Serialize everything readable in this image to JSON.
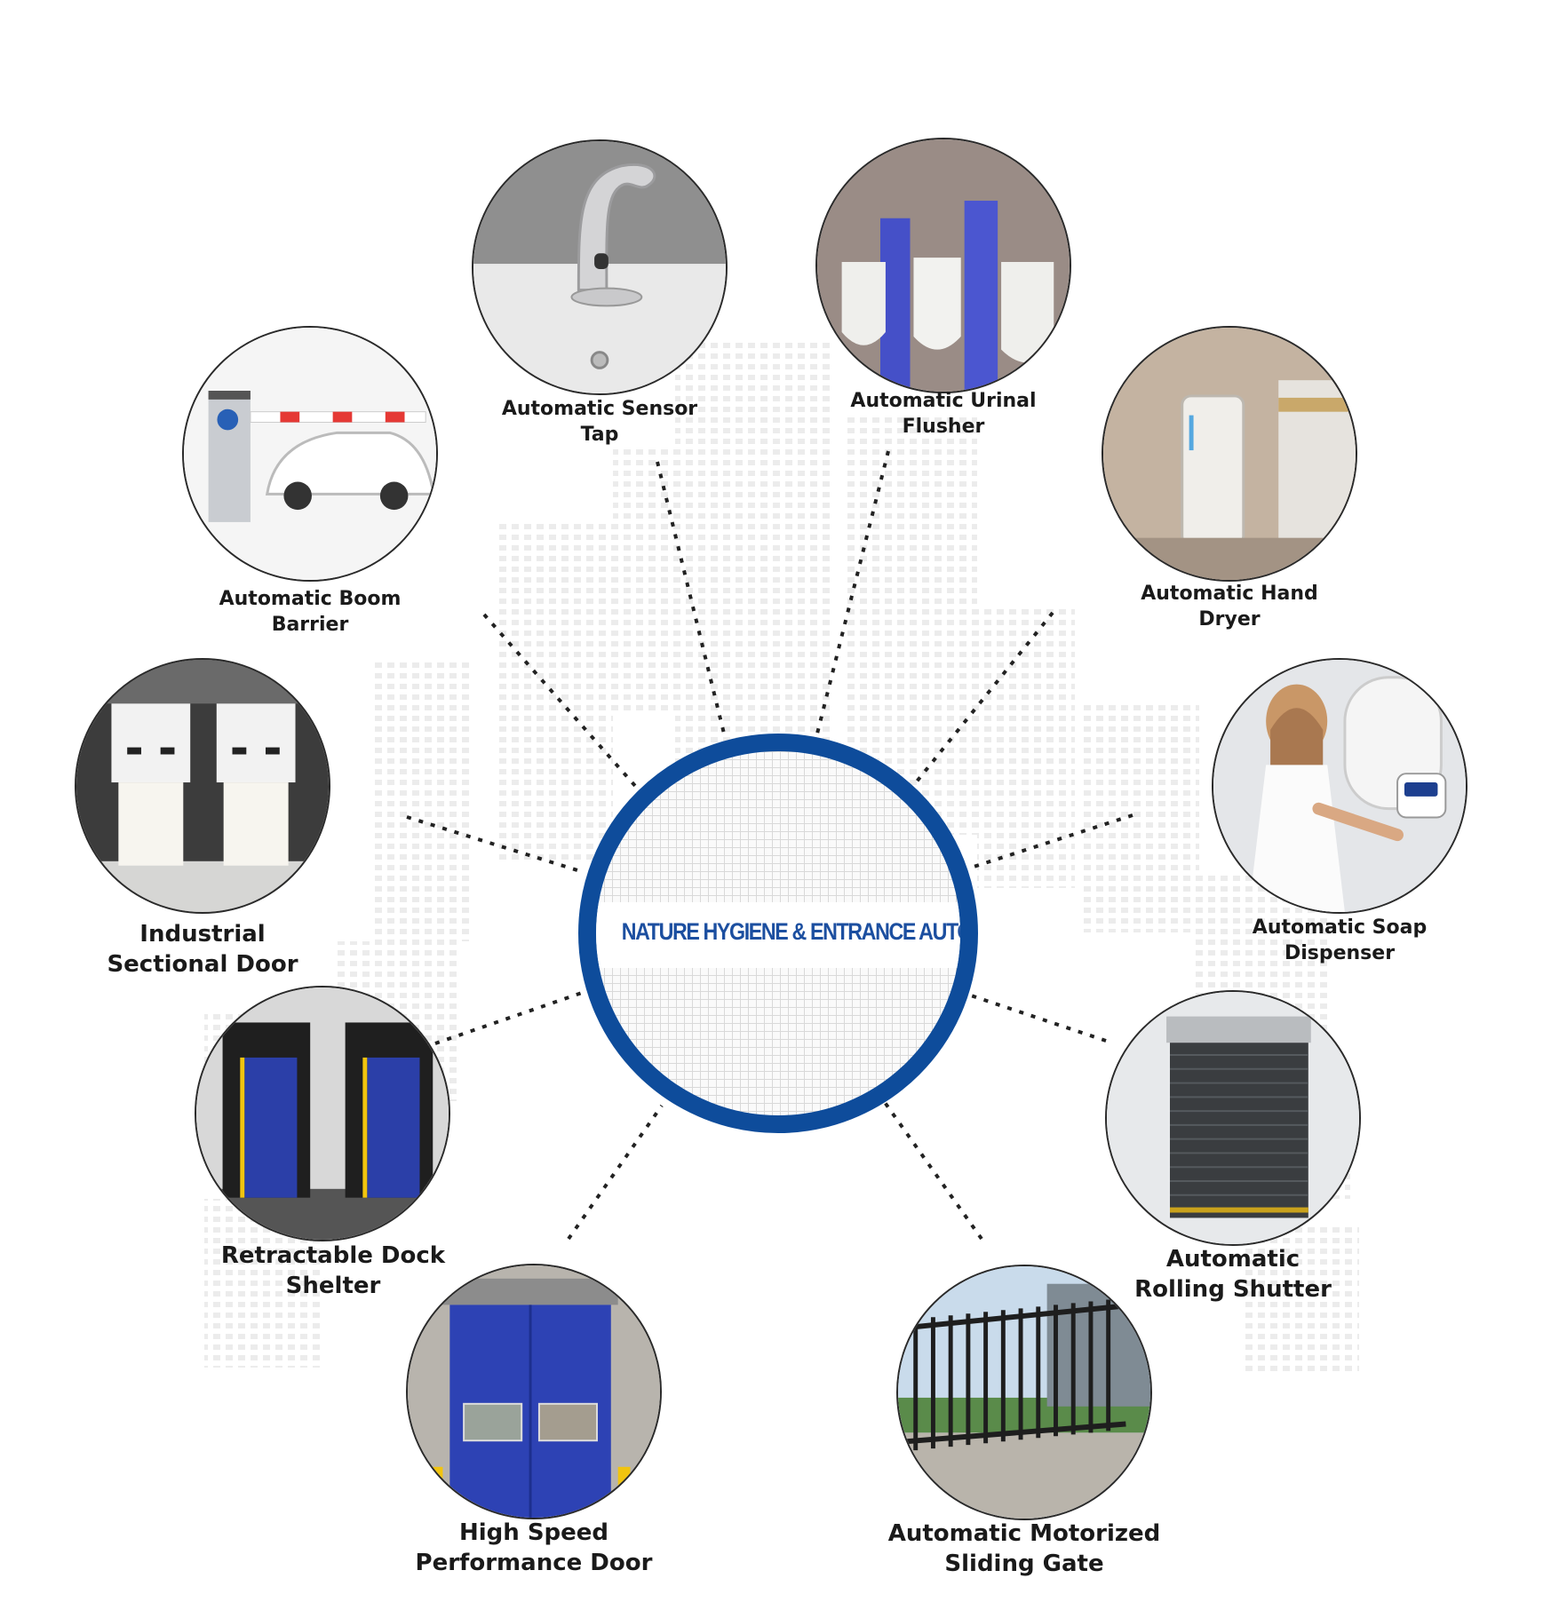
{
  "hub": {
    "title": "NATURE HYGIENE & ENTRANCE AUTOMATIONS"
  },
  "colors": {
    "accent": "#0e4c9b",
    "title_text": "#1c4fa0",
    "label_text": "#1a1a1a"
  },
  "products": [
    {
      "id": "sensor-tap",
      "icon": "faucet-icon",
      "line1": "Automatic Sensor",
      "line2": "Tap"
    },
    {
      "id": "urinal-flusher",
      "icon": "urinal-icon",
      "line1": "Automatic Urinal",
      "line2": "Flusher"
    },
    {
      "id": "hand-dryer",
      "icon": "hand-dryer-icon",
      "line1": "Automatic Hand",
      "line2": "Dryer"
    },
    {
      "id": "soap-dispenser",
      "icon": "soap-dispenser-icon",
      "line1": "Automatic Soap",
      "line2": "Dispenser"
    },
    {
      "id": "rolling-shutter",
      "icon": "rolling-shutter-icon",
      "line1": "Automatic",
      "line2": "Rolling Shutter"
    },
    {
      "id": "sliding-gate",
      "icon": "sliding-gate-icon",
      "line1": "Automatic Motorized",
      "line2": "Sliding Gate"
    },
    {
      "id": "high-speed-door",
      "icon": "high-speed-door-icon",
      "line1": "High Speed",
      "line2": "Performance Door"
    },
    {
      "id": "dock-shelter",
      "icon": "dock-shelter-icon",
      "line1": "Retractable Dock",
      "line2": "Shelter"
    },
    {
      "id": "sectional-door",
      "icon": "sectional-door-icon",
      "line1": "Industrial",
      "line2": "Sectional Door"
    },
    {
      "id": "boom-barrier",
      "icon": "boom-barrier-icon",
      "line1": "Automatic Boom",
      "line2": "Barrier"
    }
  ]
}
